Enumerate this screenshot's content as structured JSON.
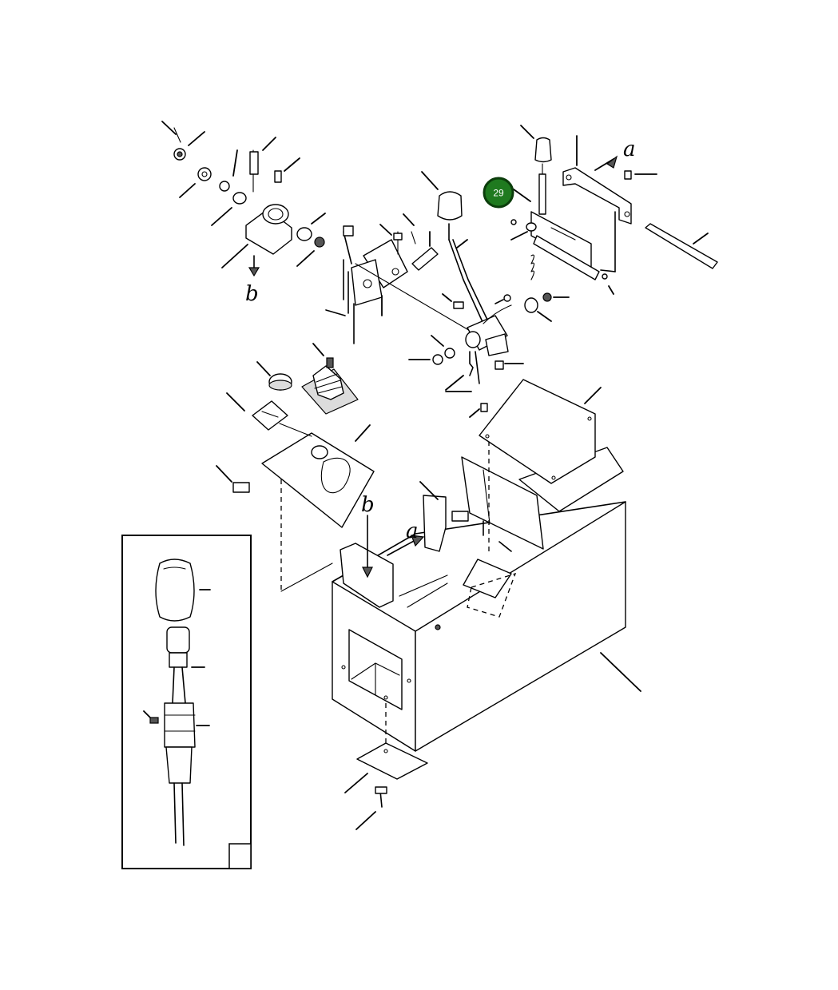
{
  "diagram": {
    "ref_letters": {
      "a_top": "a",
      "a_lower": "a",
      "b_left": "b",
      "b_lower": "b"
    },
    "callout": {
      "number": "29",
      "fill_color": "#1f7a1f",
      "ring_color": "#0b3d0b"
    }
  }
}
